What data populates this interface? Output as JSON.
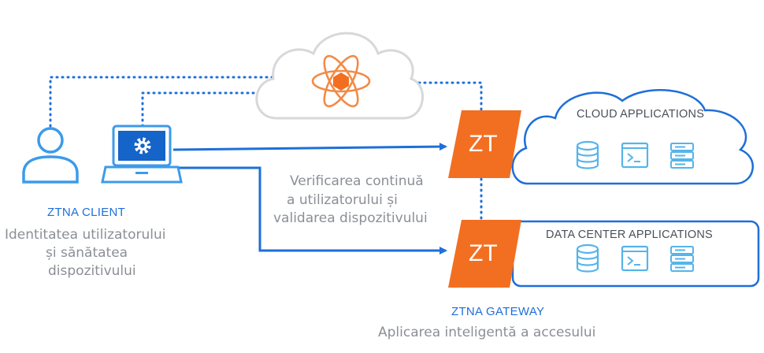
{
  "client": {
    "title": "ZTNA CLIENT",
    "desc": [
      "Identitatea utilizatorului",
      "și sănătatea",
      "dispozitivului"
    ]
  },
  "middle": {
    "desc": [
      "Verificarea continuă",
      "a utilizatorului și",
      "validarea dispozitivului"
    ]
  },
  "gateway": {
    "title": "ZTNA GATEWAY",
    "desc": "Aplicarea inteligentă a accesului",
    "badge": "ZT"
  },
  "cloud_apps": {
    "title": "CLOUD APPLICATIONS"
  },
  "dc_apps": {
    "title": "DATA CENTER APPLICATIONS"
  },
  "colors": {
    "blue": "#1e6fd9",
    "orange": "#f26f21",
    "grey_text": "#8b8f95",
    "icon_light_blue": "#56b4ea"
  },
  "icons": [
    "user-icon",
    "laptop-gear-icon",
    "atom-cloud-icon",
    "database-icon",
    "terminal-icon",
    "server-icon"
  ]
}
